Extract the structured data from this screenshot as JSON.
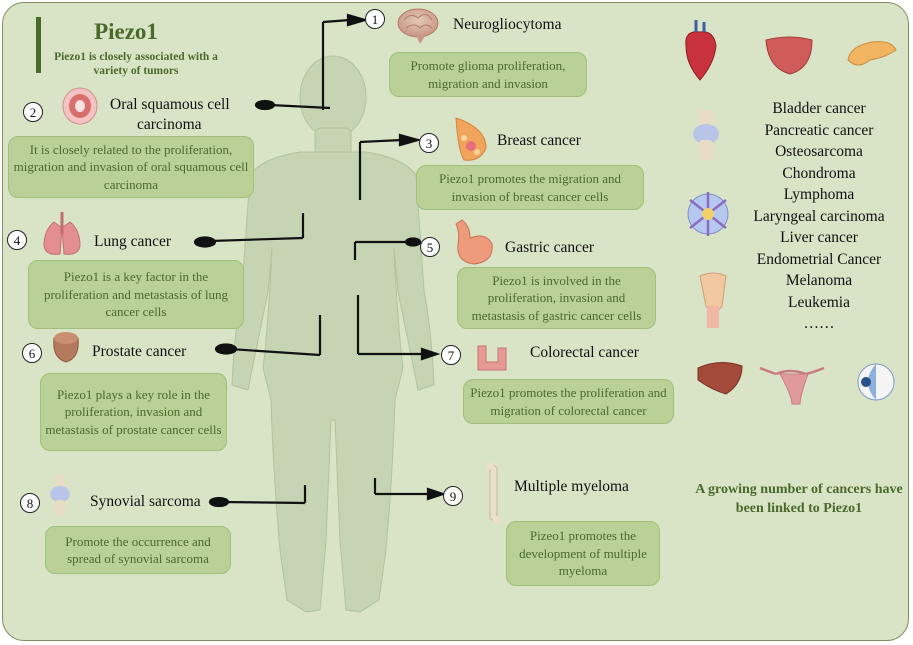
{
  "title": "Piezo1",
  "subtitle": "Piezo1 is closely associated with a variety of tumors",
  "cancers": [
    {
      "num": "1",
      "name": "Neurogliocytoma",
      "desc": "Promote glioma proliferation, migration and invasion"
    },
    {
      "num": "2",
      "name_line1": "Oral squamous cell",
      "name_line2": "carcinoma",
      "desc": "It is closely related to the proliferation, migration and invasion of oral squamous cell carcinoma"
    },
    {
      "num": "3",
      "name": "Breast cancer",
      "desc": "Piezo1 promotes the migration and invasion of breast cancer cells"
    },
    {
      "num": "4",
      "name": "Lung cancer",
      "desc": "Piezo1 is a key factor in the proliferation and metastasis of lung cancer cells"
    },
    {
      "num": "5",
      "name": "Gastric cancer",
      "desc": "Piezo1 is involved in the proliferation, invasion and metastasis of gastric cancer cells"
    },
    {
      "num": "6",
      "name": "Prostate cancer",
      "desc": "Piezo1 plays a key role in the proliferation, invasion and metastasis of prostate cancer cells"
    },
    {
      "num": "7",
      "name": "Colorectal cancer",
      "desc": "Piezo1 promotes the proliferation and migration of colorectal cancer"
    },
    {
      "num": "8",
      "name": "Synovial sarcoma",
      "desc": "Promote the occurrence and spread of synovial sarcoma"
    },
    {
      "num": "9",
      "name": "Multiple myeloma",
      "desc": "Pizeo1 promotes the development of multiple myeloma"
    }
  ],
  "other_cancers": [
    "Bladder cancer",
    "Pancreatic cancer",
    "Osteosarcoma",
    "Chondroma",
    "Lymphoma",
    "Laryngeal carcinoma",
    "Liver cancer",
    "Endometrial Cancer",
    "Melanoma",
    "Leukemia",
    "……"
  ],
  "footer_note": "A growing number of cancers have been linked to Piezo1",
  "icons": [
    "brain-icon",
    "mouth-icon",
    "breast-icon",
    "lungs-icon",
    "stomach-icon",
    "prostate-icon",
    "colon-icon",
    "joint-icon",
    "bone-icon",
    "heart-icon",
    "bladder-icon",
    "pancreas-icon",
    "knee-joint-icon",
    "lymph-node-icon",
    "larynx-icon",
    "liver-icon",
    "uterus-icon",
    "eye-icon"
  ],
  "colors": {
    "background": "#d9e3c6",
    "box_fill": "#b9d197",
    "title_green": "#4a6a2c",
    "body_silhouette": "#c5d4b3"
  }
}
